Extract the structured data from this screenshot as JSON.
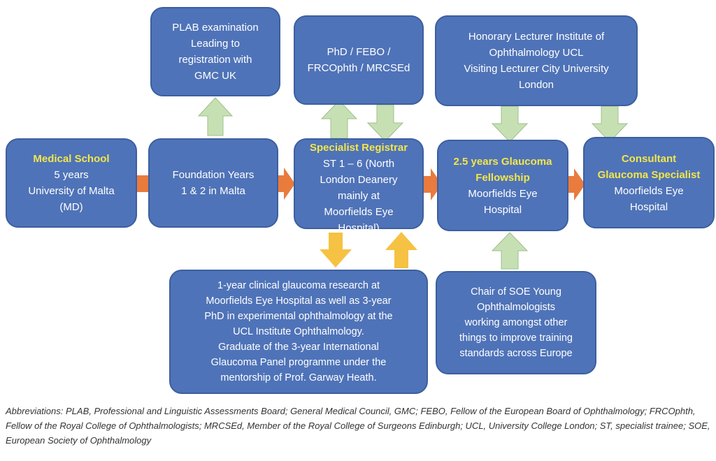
{
  "boxes": {
    "medical_school": {
      "title": "Medical School",
      "lines": [
        "5 years",
        "University of Malta",
        "(MD)"
      ]
    },
    "foundation": {
      "lines": [
        "Foundation Years",
        "1 & 2 in Malta"
      ]
    },
    "plab": {
      "lines": [
        "PLAB examination",
        "Leading to",
        "registration with",
        "GMC UK"
      ]
    },
    "phd_febo": {
      "lines": [
        "PhD / FEBO /",
        "FRCOphth / MRCSEd"
      ]
    },
    "specialist_registrar": {
      "title": "Specialist Registrar",
      "lines": [
        "ST 1 – 6 (North",
        "London Deanery",
        "mainly at",
        "Moorfields Eye",
        "Hospital)"
      ]
    },
    "honorary_lecturer": {
      "lines": [
        "Honorary Lecturer Institute of",
        "Ophthalmology UCL",
        "Visiting Lecturer City University",
        "London"
      ]
    },
    "fellowship": {
      "title_lines": [
        "2.5 years Glaucoma",
        "Fellowship"
      ],
      "lines": [
        "Moorfields Eye",
        "Hospital"
      ]
    },
    "consultant": {
      "title_lines": [
        "Consultant",
        "Glaucoma Specialist"
      ],
      "lines": [
        "Moorfields Eye",
        "Hospital"
      ]
    },
    "research": {
      "lines": [
        "1-year clinical glaucoma research at",
        "Moorfields Eye Hospital as well as 3-year",
        "PhD in experimental ophthalmology at the",
        "UCL Institute Ophthalmology.",
        "Graduate of the 3-year International",
        "Glaucoma Panel programme under the",
        "mentorship of Prof. Garway Heath."
      ]
    },
    "chair_soe": {
      "lines": [
        "Chair of SOE Young",
        "Ophthalmologists",
        "working amongst other",
        "things to improve training",
        "standards across Europe"
      ]
    }
  },
  "caption": {
    "lines": [
      "Abbreviations: PLAB, Professional and Linguistic Assessments Board; General Medical Council, GMC; FEBO, Fellow of the European Board of Ophthalmology; FRCOphth,",
      "Fellow of the Royal College of Ophthalmologists; MRCSEd, Member of the Royal College of Surgeons Edinburgh; UCL, University College London; ST, specialist trainee; SOE,",
      "European Society of Ophthalmology"
    ]
  },
  "colors": {
    "box_fill": "#4f73b8",
    "box_border": "#3c5f9f",
    "highlight_text": "#f2e64a",
    "arrow_orange": "#e97b3c",
    "arrow_green": "#c6e0b4",
    "arrow_yellow": "#f6c243"
  }
}
